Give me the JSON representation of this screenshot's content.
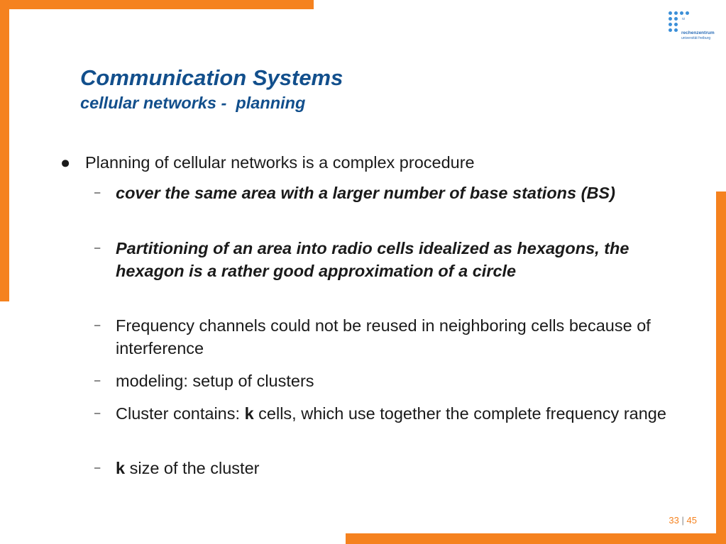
{
  "title": "Communication Systems",
  "subtitle": "cellular networks -  planning",
  "logo": {
    "line1": "rechenzentrum",
    "line2": "universität freiburg",
    "abbr": "rz"
  },
  "main_bullet": "Planning of cellular networks is a complex procedure",
  "sub_bullets": [
    {
      "text": "cover the same area with a larger number of base stations (BS)"
    },
    {
      "text": "Partitioning of an area into radio cells idealized as hexagons, the hexagon is a rather good approximation of a circle"
    },
    {
      "text": "Frequency channels could not be reused in neighboring cells because of interference"
    },
    {
      "text": "modeling: setup of clusters"
    },
    {
      "pre": "Cluster contains: ",
      "bold": "k",
      "post": " cells, which use together the complete frequency range"
    },
    {
      "bold": "k",
      "post": " size of the cluster"
    }
  ],
  "page": {
    "current": "33",
    "separator": "|",
    "total": "45"
  },
  "colors": {
    "accent": "#f5821f",
    "title": "#124f8c",
    "logo": "#3b8fd8"
  }
}
